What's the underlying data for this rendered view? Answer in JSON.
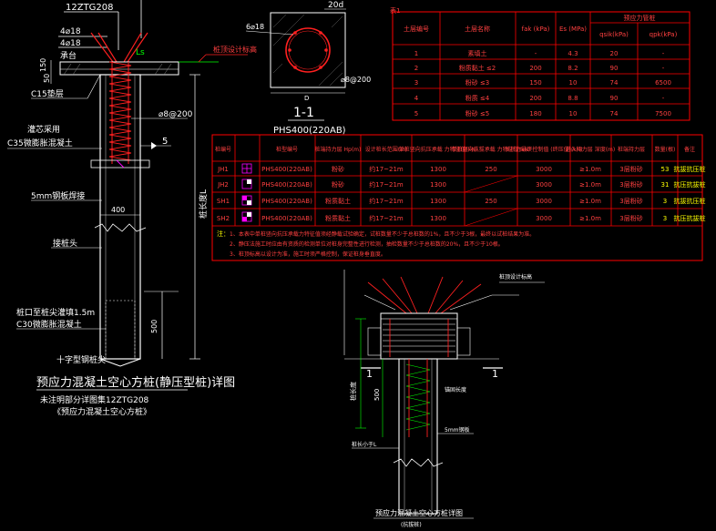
{
  "colors": {
    "background": "#000000",
    "pile_line": "#ffffff",
    "rebar_red": "#ff2020",
    "table_red": "#ff0000",
    "dim_green": "#00ff00",
    "text_white": "#ffffff",
    "text_yellow": "#ffff00",
    "leader_magenta": "#ff00ff",
    "accent_cyan": "#00ffff"
  },
  "left_detail": {
    "top_labels": [
      "12ZTG208",
      "4⌀18",
      "4⌀18"
    ],
    "dims_top": [
      "150",
      "50"
    ],
    "cap_label": "承台",
    "c15_label": "C15垫层",
    "fill_label": "灌芯采用",
    "c35_label": "C35微膨胀混凝土",
    "stirrup_label": "⌀8@200",
    "section_mark": "5",
    "plate_label": "5mm钢板焊接",
    "dim_400": "400",
    "pile_joint": "接桩头",
    "plug_label_1": "桩口至桩尖灌填1.5m",
    "plug_label_2": "C30微膨胀混凝土",
    "cross_tip": "十字型钢桩尖",
    "dim_L": "桩长度L",
    "dim_500": "500",
    "title": "预应力混凝土空心方桩(静压型桩)详图",
    "subtitle_1": "未注明部分详图集12ZTG208",
    "subtitle_2": "《预应力混凝土空心方桩》",
    "ls_label": "Ls",
    "callout": "桩顶设计标高"
  },
  "section_1_1": {
    "top_label": "20d",
    "bar_label": "6⌀18",
    "stirrup": "⌀8@200",
    "width_label": "D",
    "title": "1-1",
    "caption": "PHS400(220AB)"
  },
  "soil_table": {
    "corner": "表1",
    "headers": [
      "土层编号",
      "土层名称",
      "fak (kPa)",
      "Es (MPa)",
      "qsik(kPa)",
      "qpk(kPa)"
    ],
    "group_header": "预应力管桩",
    "rows": [
      [
        "1",
        "素填土",
        "-",
        "4.3",
        "20",
        "-"
      ],
      [
        "2",
        "粉质黏土 ≤2",
        "200",
        "8.2",
        "90",
        "-"
      ],
      [
        "3",
        "粉砂 ≤3",
        "150",
        "10",
        "74",
        "6500"
      ],
      [
        "4",
        "粉质 ≤4",
        "200",
        "8.8",
        "90",
        "-"
      ],
      [
        "5",
        "粉砂 ≤5",
        "180",
        "10",
        "74",
        "7500"
      ]
    ]
  },
  "pile_table": {
    "headers": [
      "桩编号",
      "",
      "桩型编号",
      "桩端持力层\nHp(m)",
      "设计桩长范围(m)",
      "单桩竖向抗压承载\n力特征值(kN)",
      "单桩竖向抗拔承载\n力特征值(kN)",
      "压桩力最终控制值\n(终压值)(kN)",
      "进入持力层\n深度(m)",
      "桩端持力层",
      "数量(根)",
      "备注"
    ],
    "rows": [
      [
        "JH1",
        "PHS400(220AB)",
        "粉砂",
        "约17~21m",
        "1300",
        "250",
        "3000",
        "≥1.0m",
        "3层粉砂",
        "53",
        "抗拔抗压桩"
      ],
      [
        "JH2",
        "PHS400(220AB)",
        "粉砂",
        "约17~21m",
        "1300",
        "",
        "3000",
        "≥1.0m",
        "3层粉砂",
        "31",
        "抗压抗拔桩"
      ],
      [
        "SH1",
        "PHS400(220AB)",
        "粉质黏土",
        "约17~21m",
        "1300",
        "250",
        "3000",
        "≥1.0m",
        "3层粉砂",
        "3",
        "抗拔抗压桩"
      ],
      [
        "SH2",
        "PHS400(220AB)",
        "粉质黏土",
        "约17~21m",
        "1300",
        "",
        "3000",
        "≥1.0m",
        "3层粉砂",
        "3",
        "抗压抗拔桩"
      ]
    ],
    "note_head": "注：",
    "notes": [
      "1、本表中单桩竖向抗压承载力特征值须经静载试验确定，试桩数量不少于总桩数的1%，且不少于3根，最终以试桩结果为准。",
      "2、静压法施工时应由有资质的检测单位对桩身完整性进行检测，抽检数量不少于总桩数的20%，且不少于10根。",
      "3、桩顶标高以设计为准，施工时须严格控制，保证桩身垂直度。"
    ]
  },
  "right_detail": {
    "title": "预应力混凝土空心方桩详图",
    "subtitle": "(抗拔桩)",
    "callout": "桩顶设计标高",
    "mark_1": "1",
    "dim": "500",
    "dim_side": "桩长度",
    "bottom_label": "桩长小于L",
    "mid_label": "5mm钢板",
    "anchor_label": "锚固长度"
  }
}
